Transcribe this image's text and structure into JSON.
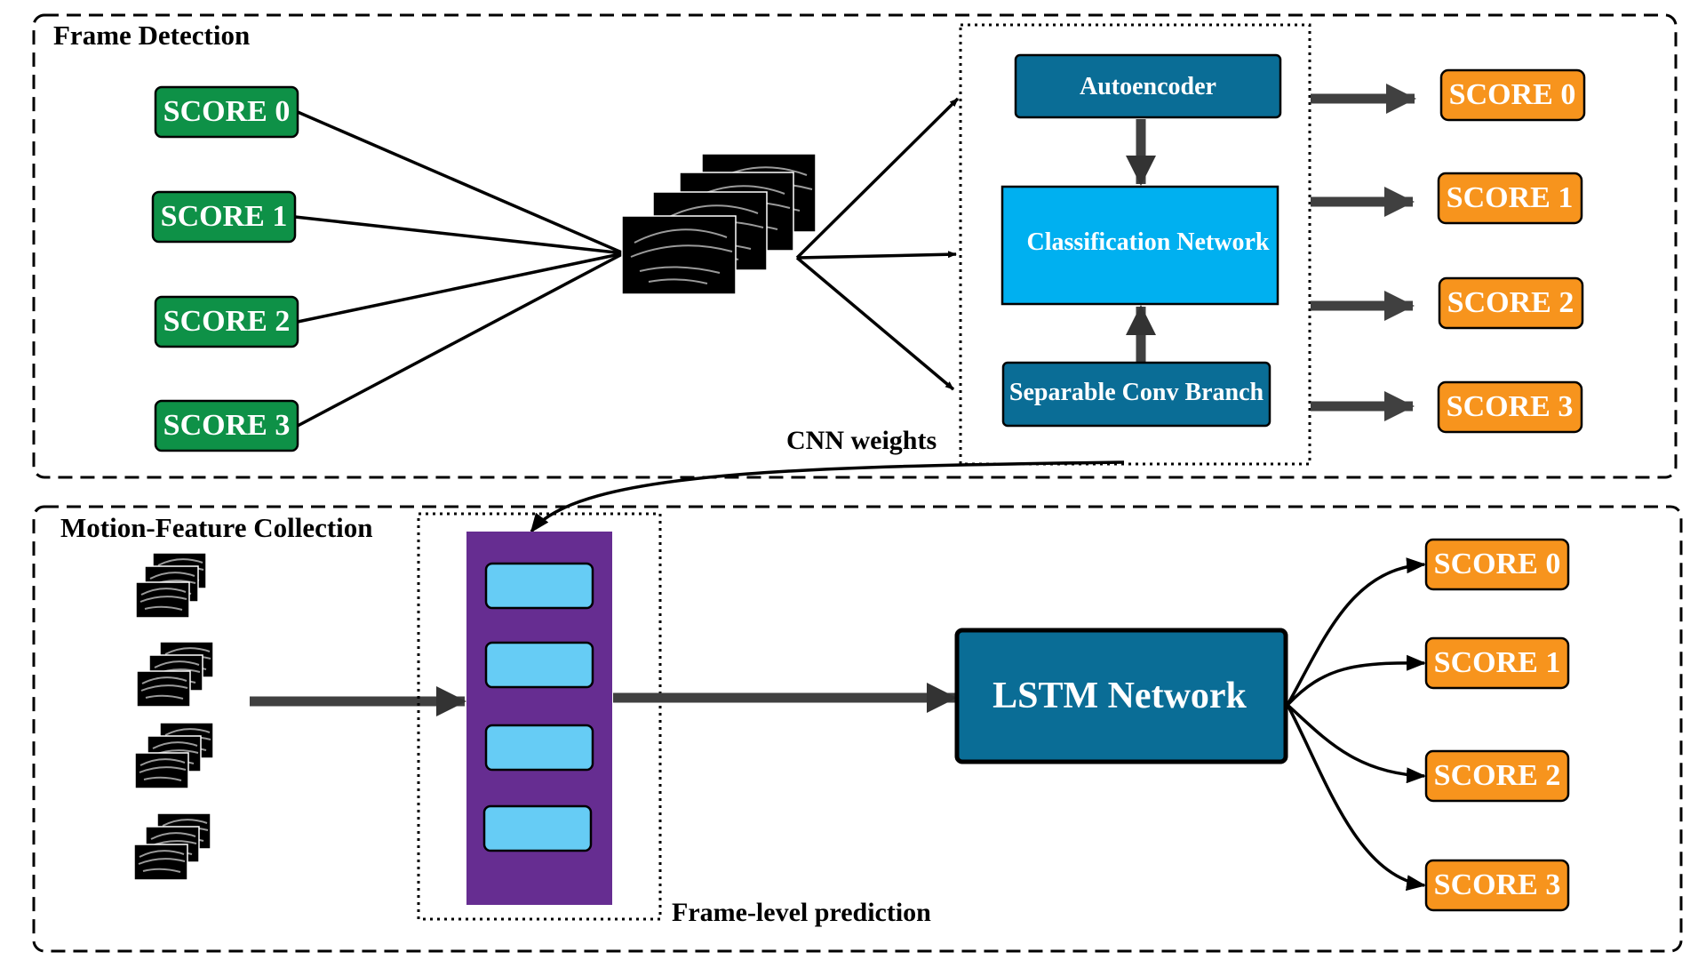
{
  "sections": {
    "frame_detection": "Frame Detection",
    "motion_feature_collection": "Motion-Feature Collection"
  },
  "input_scores": [
    "SCORE 0",
    "SCORE 1",
    "SCORE 2",
    "SCORE 3"
  ],
  "cnn": {
    "autoencoder": "Autoencoder",
    "classification_network": "Classification Network",
    "separable_conv_branch": "Separable Conv Branch",
    "weights_label": "CNN weights"
  },
  "cnn_output_scores": [
    "SCORE 0",
    "SCORE 1",
    "SCORE 2",
    "SCORE 3"
  ],
  "frame_level_label": "Frame-level prediction",
  "lstm": {
    "label": "LSTM Network"
  },
  "lstm_output_scores": [
    "SCORE 0",
    "SCORE 1",
    "SCORE 2",
    "SCORE 3"
  ],
  "colors": {
    "green": "#0e9147",
    "orange": "#f7941d",
    "dark_blue": "#0a6d96",
    "light_blue": "#00b0f0",
    "purple": "#662d91",
    "cell_blue": "#66ccf5",
    "arrow_gray": "#404040"
  },
  "icons": [
    "ultrasound-frame-stack-icon"
  ]
}
